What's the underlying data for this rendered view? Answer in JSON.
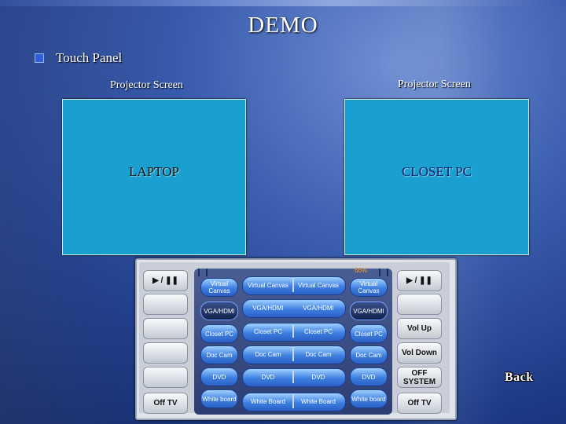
{
  "slide": {
    "title": "DEMO",
    "bullet": "Touch Panel",
    "back_label": "Back"
  },
  "screens": [
    {
      "label": "Projector Screen",
      "content": "LAPTOP",
      "content_color": "#111111"
    },
    {
      "label": "Projector Screen",
      "content": "CLOSET PC",
      "content_color": "#0a1a66"
    }
  ],
  "touch_panel": {
    "left_buttons": [
      "▶ / ❚❚",
      "",
      "",
      "",
      "",
      "Off  TV"
    ],
    "right_buttons": [
      "▶ / ❚❚",
      "",
      "Vol Up",
      "Vol Down",
      "OFF SYSTEM",
      "Off  TV"
    ],
    "level_indicator": "66%",
    "left_column": [
      "Virtual Canvas",
      "VGA/HDMI",
      "Closet PC",
      "Doc Cam",
      "DVD",
      "White board"
    ],
    "center_left": [
      "Virtual Canvas",
      "VGA/HDMI",
      "Closet PC",
      "Doc Cam",
      "DVD",
      "White Board"
    ],
    "center_right": [
      "Virtual Canvas",
      "VGA/HDMI",
      "Closet PC",
      "Doc Cam",
      "DVD",
      "White Board"
    ],
    "right_column": [
      "Virtual Canvas",
      "VGA/HDMI",
      "Closet PC",
      "Doc Cam",
      "DVD",
      "White board"
    ]
  },
  "colors": {
    "screen_fill": "#1aa0d0",
    "pill_blue": "#3d7fe0",
    "accent_orange": "#ff9d1c"
  }
}
